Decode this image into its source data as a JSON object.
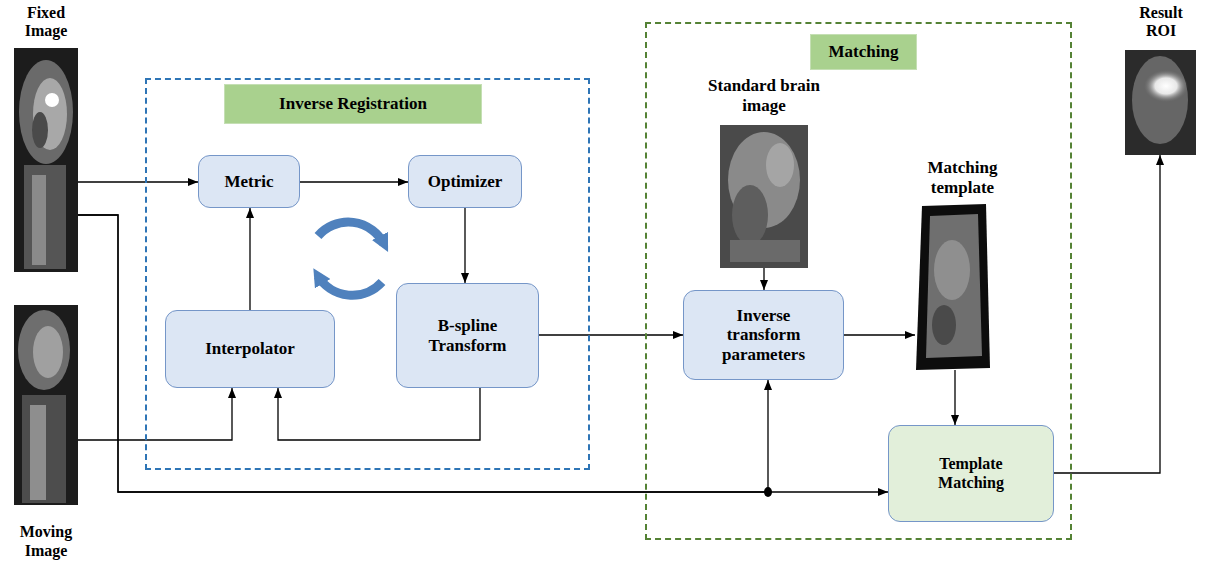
{
  "diagram": {
    "nodes": [
      {
        "text": [
          "Fixed Image"
        ]
      },
      {
        "text": [
          "Moving Image"
        ]
      },
      {
        "text": [
          "Inverse Registration"
        ]
      },
      {
        "text": [
          "Metric"
        ],
        "in": 2
      },
      {
        "text": [
          "Optimizer"
        ],
        "in": 2
      },
      {
        "text": [
          "B-spline Transform"
        ],
        "in": 2
      },
      {
        "text": [
          "Interpolator"
        ],
        "in": 2
      },
      {
        "text": [
          "Matching"
        ]
      },
      {
        "text": [
          "Standard brain image"
        ],
        "in": 7
      },
      {
        "text": [
          "Inverse transform parameters"
        ],
        "in": 7
      },
      {
        "text": [
          "Matching template"
        ],
        "in": 7
      },
      {
        "text": [
          "Template Matching"
        ],
        "in": 7
      },
      {
        "text": [
          "Result ROI"
        ]
      }
    ],
    "edges": [
      {
        "from": 0,
        "to": 3,
        "arrow": "to"
      },
      {
        "from": 3,
        "to": 4,
        "arrow": "to"
      },
      {
        "from": 4,
        "to": 5,
        "arrow": "to"
      },
      {
        "from": 5,
        "to": 6,
        "arrow": "to"
      },
      {
        "from": 1,
        "to": 6,
        "arrow": "to"
      },
      {
        "from": 6,
        "to": 3,
        "arrow": "to"
      },
      {
        "from": 5,
        "to": 9,
        "arrow": "to"
      },
      {
        "from": 8,
        "to": 9,
        "arrow": "to"
      },
      {
        "from": 9,
        "to": 10,
        "arrow": "to"
      },
      {
        "from": 10,
        "to": 11,
        "arrow": "to"
      },
      {
        "from": 0,
        "to": 11,
        "arrow": "to"
      },
      {
        "from": 0,
        "to": 9,
        "arrow": "to"
      },
      {
        "from": 11,
        "to": 12,
        "arrow": "to"
      }
    ]
  }
}
